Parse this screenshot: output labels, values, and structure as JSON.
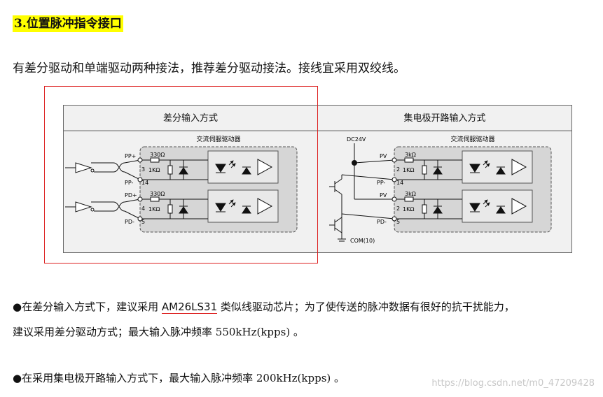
{
  "section_title": "3.位置脉冲指令接口",
  "intro": "有差分驱动和单端驱动两种接法，推荐差分驱动接法。接线宜采用双绞线。",
  "diagram": {
    "left_header": "差分输入方式",
    "right_header": "集电极开路输入方式",
    "driver_label": "交流伺服驱动器",
    "dc_label": "DC24V",
    "com_label": "COM(10)",
    "left_pins": {
      "pp_plus": "PP+",
      "pp_minus": "PP-",
      "pd_plus": "PD+",
      "pd_minus": "PD-",
      "n3": "3",
      "n14": "14",
      "n4": "4",
      "n5": "5"
    },
    "right_pins": {
      "pv": "PV",
      "pp_minus": "PP-",
      "pd_minus": "PD-",
      "n2": "2",
      "n14": "14",
      "n5": "5"
    },
    "r330": "330Ω",
    "r1k": "1KΩ",
    "r3k": "3kΩ"
  },
  "bullet1_pre": "●在差分输入方式下，建议采用 ",
  "bullet1_hl": "AM26LS31",
  "bullet1_post": " 类似线驱动芯片；为了使传送的脉冲数据有很好的抗干扰能力，",
  "bullet1_line2": "建议采用差分驱动方式；最大输入脉冲频率 550kHz(kpps) 。",
  "bullet2": "●在采用集电极开路输入方式下，最大输入脉冲频率 200kHz(kpps) 。",
  "watermark": "https://blog.csdn.net/m0_47209428"
}
